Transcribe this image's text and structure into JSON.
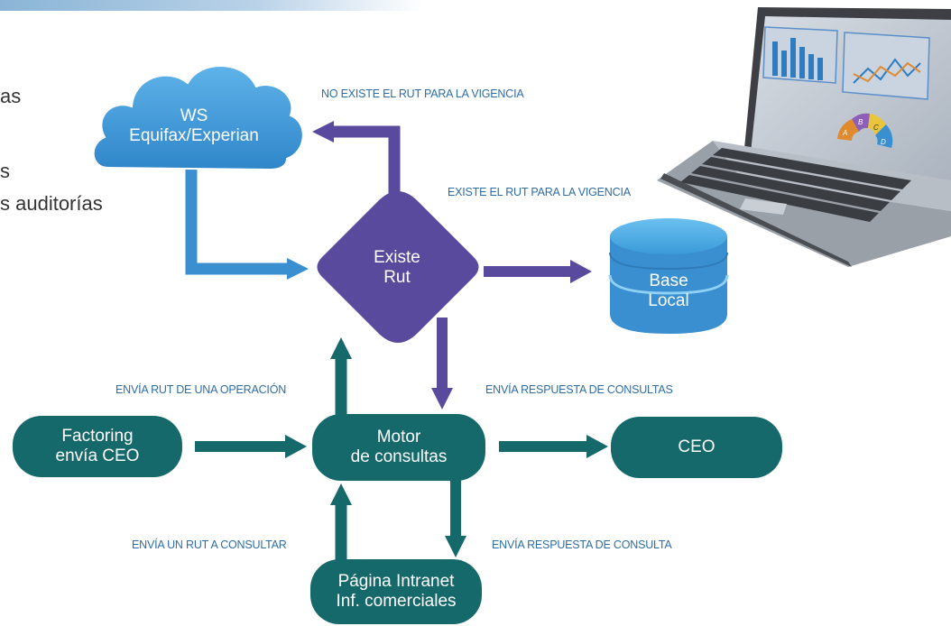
{
  "side_text": {
    "line1": "as",
    "line2": "s",
    "line3": "s auditorías"
  },
  "nodes": {
    "ws": {
      "line1": "WS",
      "line2": "Equifax/Experian"
    },
    "existe_rut": {
      "line1": "Existe",
      "line2": "Rut"
    },
    "base_local": {
      "line1": "Base",
      "line2": "Local"
    },
    "factoring": {
      "line1": "Factoring",
      "line2": "envía CEO"
    },
    "motor": {
      "line1": "Motor",
      "line2": "de consultas"
    },
    "ceo": {
      "line1": "CEO"
    },
    "intranet": {
      "line1": "Página Intranet",
      "line2": "Inf. comerciales"
    }
  },
  "edge_labels": {
    "no_existe": "NO EXISTE EL RUT PARA LA VIGENCIA",
    "existe": "EXISTE EL RUT PARA LA VIGENCIA",
    "envia_rut_operacion": "ENVÍA RUT DE UNA OPERACIÓN",
    "envia_respuesta_consultas": "ENVÍA RESPUESTA DE CONSULTAS",
    "envia_rut_consultar": "ENVÍA UN RUT A CONSULTAR",
    "envia_respuesta_consulta": "ENVÍA RESPUESTA DE CONSULTA"
  },
  "laptop_gauge_letters": [
    "A",
    "B",
    "C",
    "D"
  ],
  "colors": {
    "teal": "#15696b",
    "purple": "#5a4a9e",
    "blue": "#3a8fd0",
    "label": "#2e6da4"
  }
}
